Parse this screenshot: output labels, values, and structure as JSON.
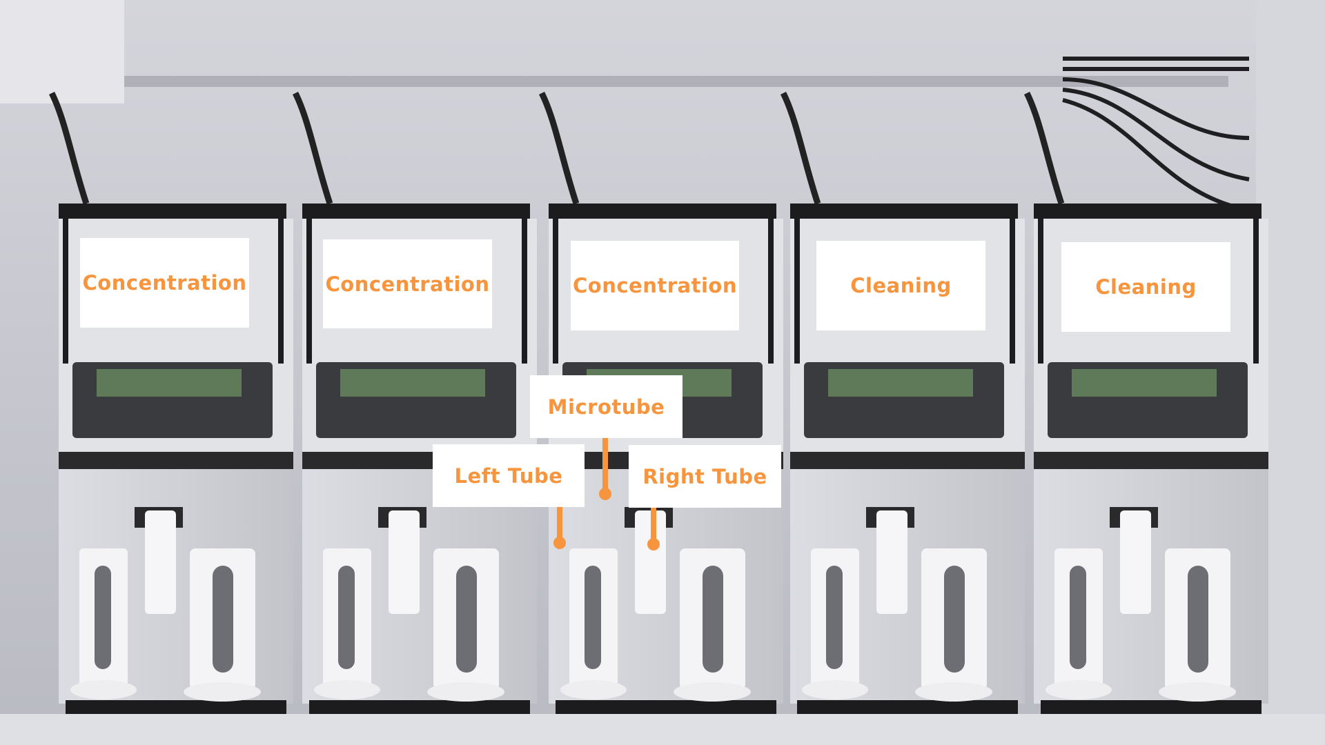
{
  "colors": {
    "accent": "#f7953f",
    "label_bg": "#ffffff"
  },
  "modules": [
    {
      "label": "Concentration"
    },
    {
      "label": "Concentration"
    },
    {
      "label": "Concentration"
    },
    {
      "label": "Cleaning"
    },
    {
      "label": "Cleaning"
    }
  ],
  "callouts": {
    "microtube": "Microtube",
    "left_tube": "Left Tube",
    "right_tube": "Right Tube"
  }
}
